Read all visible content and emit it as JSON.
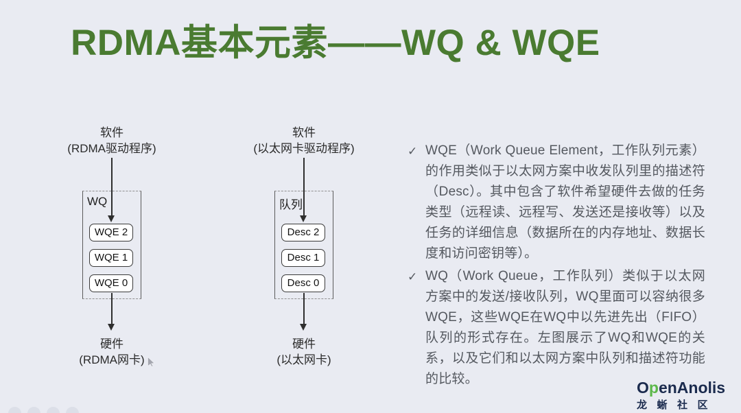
{
  "slide": {
    "title": "RDMA基本元素——WQ & WQE",
    "colors": {
      "background": "#e9ebf2",
      "title_green": "#4a7b31",
      "body_text_gray": "#54585f",
      "diagram_ink": "#2e2e2e",
      "logo_navy": "#1b2b4e",
      "logo_green": "#5cb84a"
    }
  },
  "diagrams": [
    {
      "top_label_line1": "软件",
      "top_label_line2": "(RDMA驱动程序)",
      "queue_label": "WQ",
      "items": [
        "WQE 2",
        "WQE 1",
        "WQE 0"
      ],
      "bottom_label_line1": "硬件",
      "bottom_label_line2": "(RDMA网卡)"
    },
    {
      "top_label_line1": "软件",
      "top_label_line2": "(以太网卡驱动程序)",
      "queue_label": "队列",
      "items": [
        "Desc 2",
        "Desc 1",
        "Desc 0"
      ],
      "bottom_label_line1": "硬件",
      "bottom_label_line2": "(以太网卡)"
    }
  ],
  "notes": {
    "bullets": [
      {
        "marker": "✓",
        "text": "WQE（Work Queue Element，工作队列元素）的作用类似于以太网方案中收发队列里的描述符（Desc）。其中包含了软件希望硬件去做的任务类型（远程读、远程写、发送还是接收等）以及任务的详细信息（数据所在的内存地址、数据长度和访问密钥等）。"
      },
      {
        "marker": "✓",
        "text": "WQ（Work Queue，工作队列）类似于以太网方案中的发送/接收队列，WQ里面可以容纳很多WQE，这些WQE在WQ中以先进先出（FIFO）队列的形式存在。左图展示了WQ和WQE的关系，以及它们和以太网方案中队列和描述符功能的比较。"
      }
    ]
  },
  "logo": {
    "name_prefix": "O",
    "name_gecko": "p",
    "name_suffix": "enAnolis",
    "subtitle": "龙蜥社区"
  }
}
